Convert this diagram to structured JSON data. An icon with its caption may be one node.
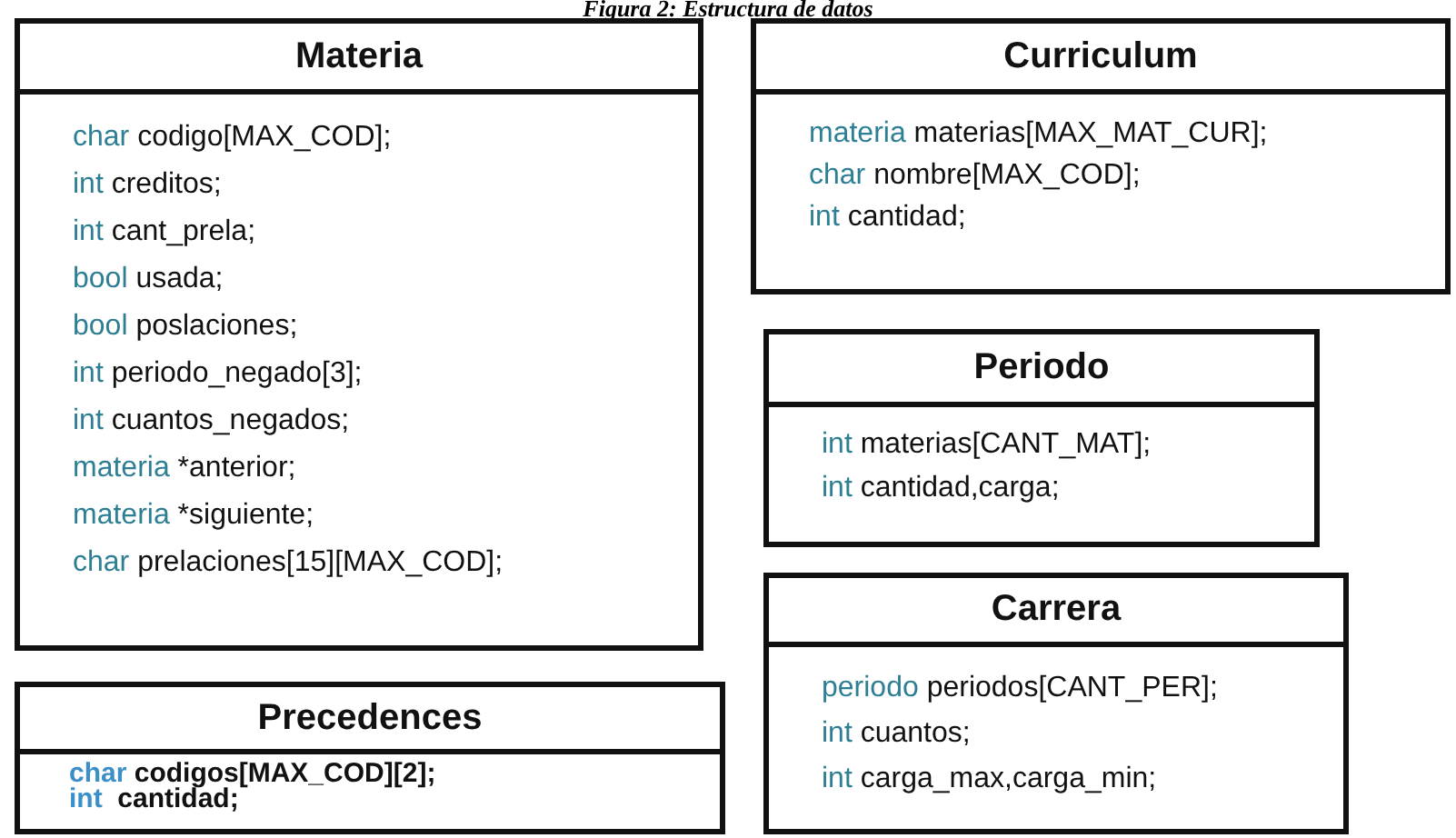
{
  "diagram": {
    "title": "Figura 2: Estructura de datos",
    "nodes": [
      {
        "text": [
          "Materia",
          "char codigo[MAX_COD];",
          "int creditos;",
          "int cant_prela;",
          "bool usada;",
          "bool poslaciones;",
          "int periodo_negado[3];",
          "int cuantos_negados;",
          "materia *anterior;",
          "materia *siguiente;",
          "char prelaciones[15][MAX_COD];"
        ]
      },
      {
        "text": [
          "Curriculum",
          "materia materias[MAX_MAT_CUR];",
          "char nombre[MAX_COD];",
          "int cantidad;"
        ]
      },
      {
        "text": [
          "Periodo",
          "int materias[CANT_MAT];",
          "int cantidad,carga;"
        ]
      },
      {
        "text": [
          "Carrera",
          "periodo periodos[CANT_PER];",
          "int cuantos;",
          "int carga_max,carga_min;"
        ]
      },
      {
        "text": [
          "Precedences",
          "char codigos[MAX_COD][2];",
          "int  cantidad;"
        ]
      }
    ]
  }
}
